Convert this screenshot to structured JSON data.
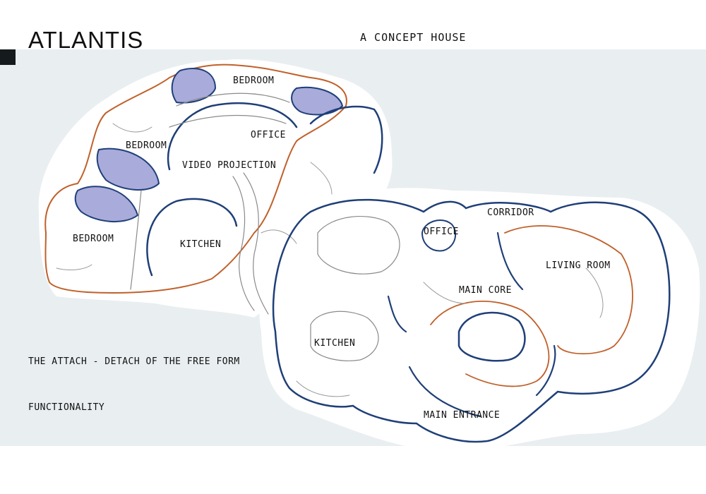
{
  "header": {
    "title": "ATLANTIS",
    "subtitle": "A CONCEPT HOUSE"
  },
  "captions": {
    "concept": "THE ATTACH - DETACH OF THE FREE FORM",
    "functionality": "FUNCTIONALITY"
  },
  "plan_left": {
    "rooms": {
      "bedroom_top": "BEDROOM",
      "bedroom_mid": "BEDROOM",
      "bedroom_left": "BEDROOM",
      "video_projection": "VIDEO PROJECTION",
      "office": "OFFICE",
      "kitchen": "KITCHEN"
    }
  },
  "plan_right": {
    "rooms": {
      "office": "OFFICE",
      "corridor": "CORRIDOR",
      "living_room": "LIVING ROOM",
      "main_core": "MAIN CORE",
      "kitchen": "KITCHEN",
      "main_entrance": "MAIN ENTRANCE"
    }
  },
  "colors": {
    "panel": "#e9eef1",
    "ink_blue": "#1f3f78",
    "ink_orange": "#c0602a",
    "fill_lavender": "#a9abdb",
    "pencil": "#8a8a8a"
  }
}
